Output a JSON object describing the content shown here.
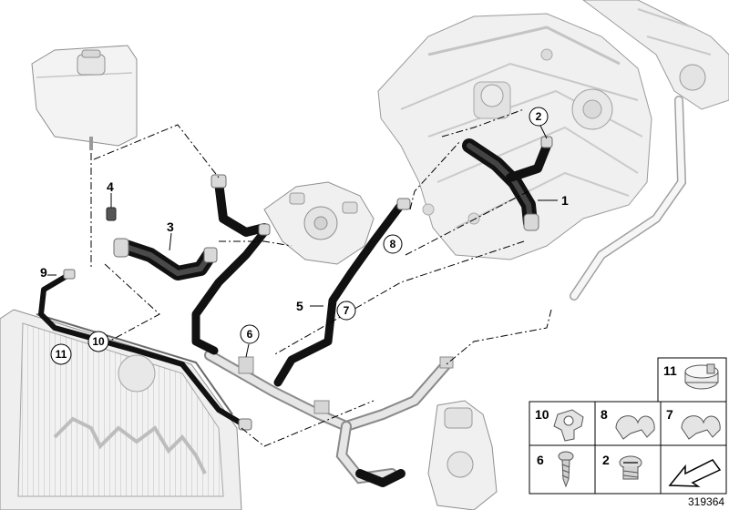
{
  "diagram": {
    "reference_number": "319364",
    "callouts": [
      {
        "id": "c1",
        "text": "1",
        "circled": false
      },
      {
        "id": "c2",
        "text": "2",
        "circled": true
      },
      {
        "id": "c3",
        "text": "3",
        "circled": false
      },
      {
        "id": "c4",
        "text": "4",
        "circled": false
      },
      {
        "id": "c5",
        "text": "5",
        "circled": false
      },
      {
        "id": "c6",
        "text": "6",
        "circled": true
      },
      {
        "id": "c7",
        "text": "7",
        "circled": true
      },
      {
        "id": "c8",
        "text": "8",
        "circled": true
      },
      {
        "id": "c9",
        "text": "9",
        "circled": false
      },
      {
        "id": "c10",
        "text": "10",
        "circled": true
      },
      {
        "id": "c11",
        "text": "11",
        "circled": true
      }
    ],
    "legend": [
      {
        "text": "11",
        "icon": "hose-clamp-icon"
      },
      {
        "text": "10",
        "icon": "hose-clip-icon"
      },
      {
        "text": "8",
        "icon": "double-clip-icon"
      },
      {
        "text": "7",
        "icon": "double-clip-icon"
      },
      {
        "text": "6",
        "icon": "screw-icon"
      },
      {
        "text": "2",
        "icon": "plug-screw-icon"
      },
      {
        "text": "",
        "icon": "kit-arrow-icon"
      }
    ]
  }
}
